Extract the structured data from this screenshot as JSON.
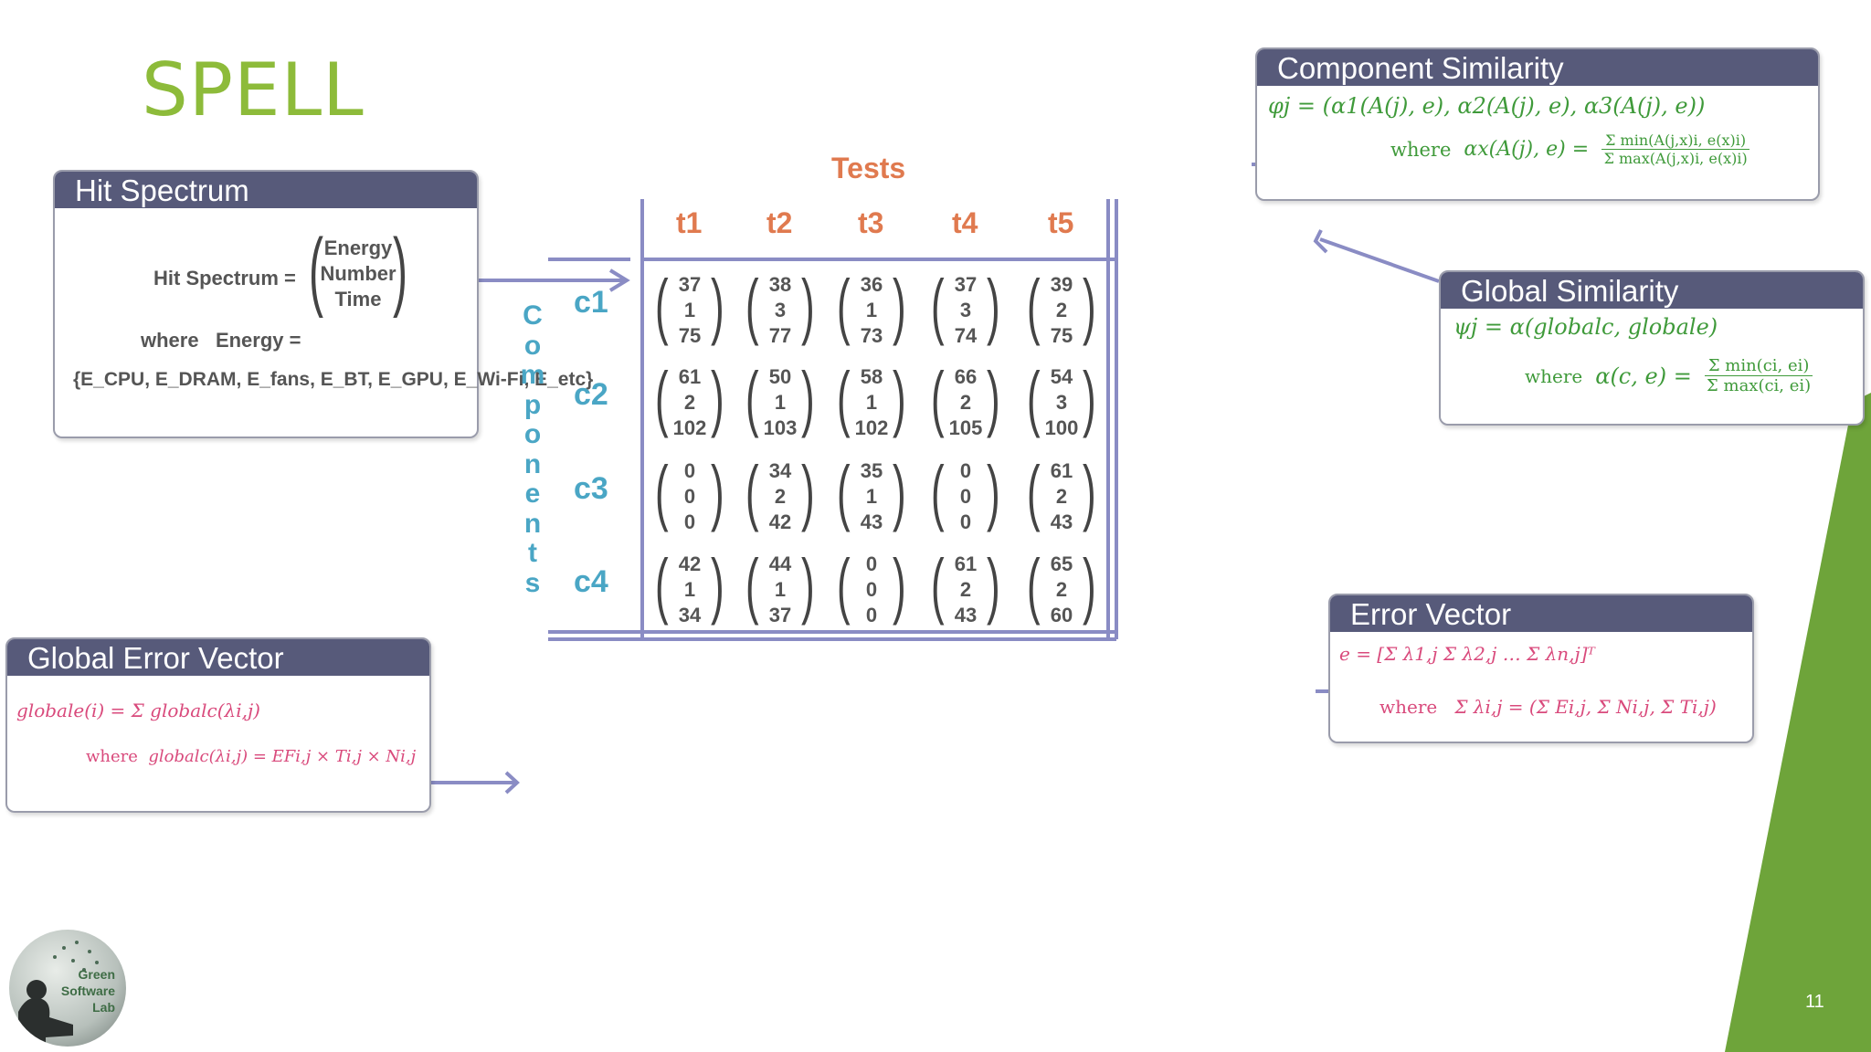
{
  "slide": {
    "title": "SPELL",
    "page_number": "11"
  },
  "hit_spectrum": {
    "header": "Hit Spectrum",
    "lhs": "Hit Spectrum =",
    "vector": [
      "Energy",
      "Number",
      "Time"
    ],
    "where_label": "where",
    "energy_lhs": "Energy =",
    "energy_set": "{E_CPU, E_DRAM, E_fans, E_BT, E_GPU, E_Wi-Fi, E_etc}"
  },
  "table": {
    "tests_label": "Tests",
    "columns": [
      "t1",
      "t2",
      "t3",
      "t4",
      "t5"
    ],
    "components_label": "Components",
    "rows": [
      {
        "label": "c1",
        "cells": [
          [
            "37",
            "1",
            "75"
          ],
          [
            "38",
            "3",
            "77"
          ],
          [
            "36",
            "1",
            "73"
          ],
          [
            "37",
            "3",
            "74"
          ],
          [
            "39",
            "2",
            "75"
          ]
        ]
      },
      {
        "label": "c2",
        "cells": [
          [
            "61",
            "2",
            "102"
          ],
          [
            "50",
            "1",
            "103"
          ],
          [
            "58",
            "1",
            "102"
          ],
          [
            "66",
            "2",
            "105"
          ],
          [
            "54",
            "3",
            "100"
          ]
        ]
      },
      {
        "label": "c3",
        "cells": [
          [
            "0",
            "0",
            "0"
          ],
          [
            "34",
            "2",
            "42"
          ],
          [
            "35",
            "1",
            "43"
          ],
          [
            "0",
            "0",
            "0"
          ],
          [
            "61",
            "2",
            "43"
          ]
        ]
      },
      {
        "label": "c4",
        "cells": [
          [
            "42",
            "1",
            "34"
          ],
          [
            "44",
            "1",
            "37"
          ],
          [
            "0",
            "0",
            "0"
          ],
          [
            "61",
            "2",
            "43"
          ],
          [
            "65",
            "2",
            "60"
          ]
        ]
      }
    ]
  },
  "component_similarity": {
    "header": "Component Similarity",
    "formula": "φj = (α1(A(j), e), α2(A(j), e), α3(A(j), e))",
    "where_label": "where",
    "lhs": "αx(A(j), e) =",
    "numerator": "Σ min(A(j,x)i, e(x)i)",
    "denominator": "Σ max(A(j,x)i, e(x)i)"
  },
  "global_similarity": {
    "header": "Global Similarity",
    "formula": "ψj = α(globalc, globale)",
    "where_label": "where",
    "lhs": "α(c, e) =",
    "numerator": "Σ min(ci, ei)",
    "denominator": "Σ max(ci, ei)"
  },
  "global_error_vector": {
    "header": "Global Error Vector",
    "formula": "globale(i) = Σ globalc(λi,j)",
    "where_label": "where",
    "formula2": "globalc(λi,j) = EFi,j × Ti,j × Ni,j"
  },
  "error_vector": {
    "header": "Error Vector",
    "formula": "e = [Σ λ1,j  Σ λ2,j  …  Σ λn,j]ᵀ",
    "where_label": "where",
    "formula2": "Σ λi,j = (Σ Ei,j, Σ Ni,j, Σ Ti,j)"
  },
  "logo": {
    "line1": "Green",
    "line2": "Software",
    "line3": "Lab"
  },
  "colors": {
    "title": "#8dbb3a",
    "panel_header": "#575a7a",
    "tests": "#e07a4f",
    "components": "#4aa6c5",
    "accent_green": "#6ea43a",
    "formula_green": "#3f9a3a",
    "formula_pink": "#d94a7c"
  }
}
